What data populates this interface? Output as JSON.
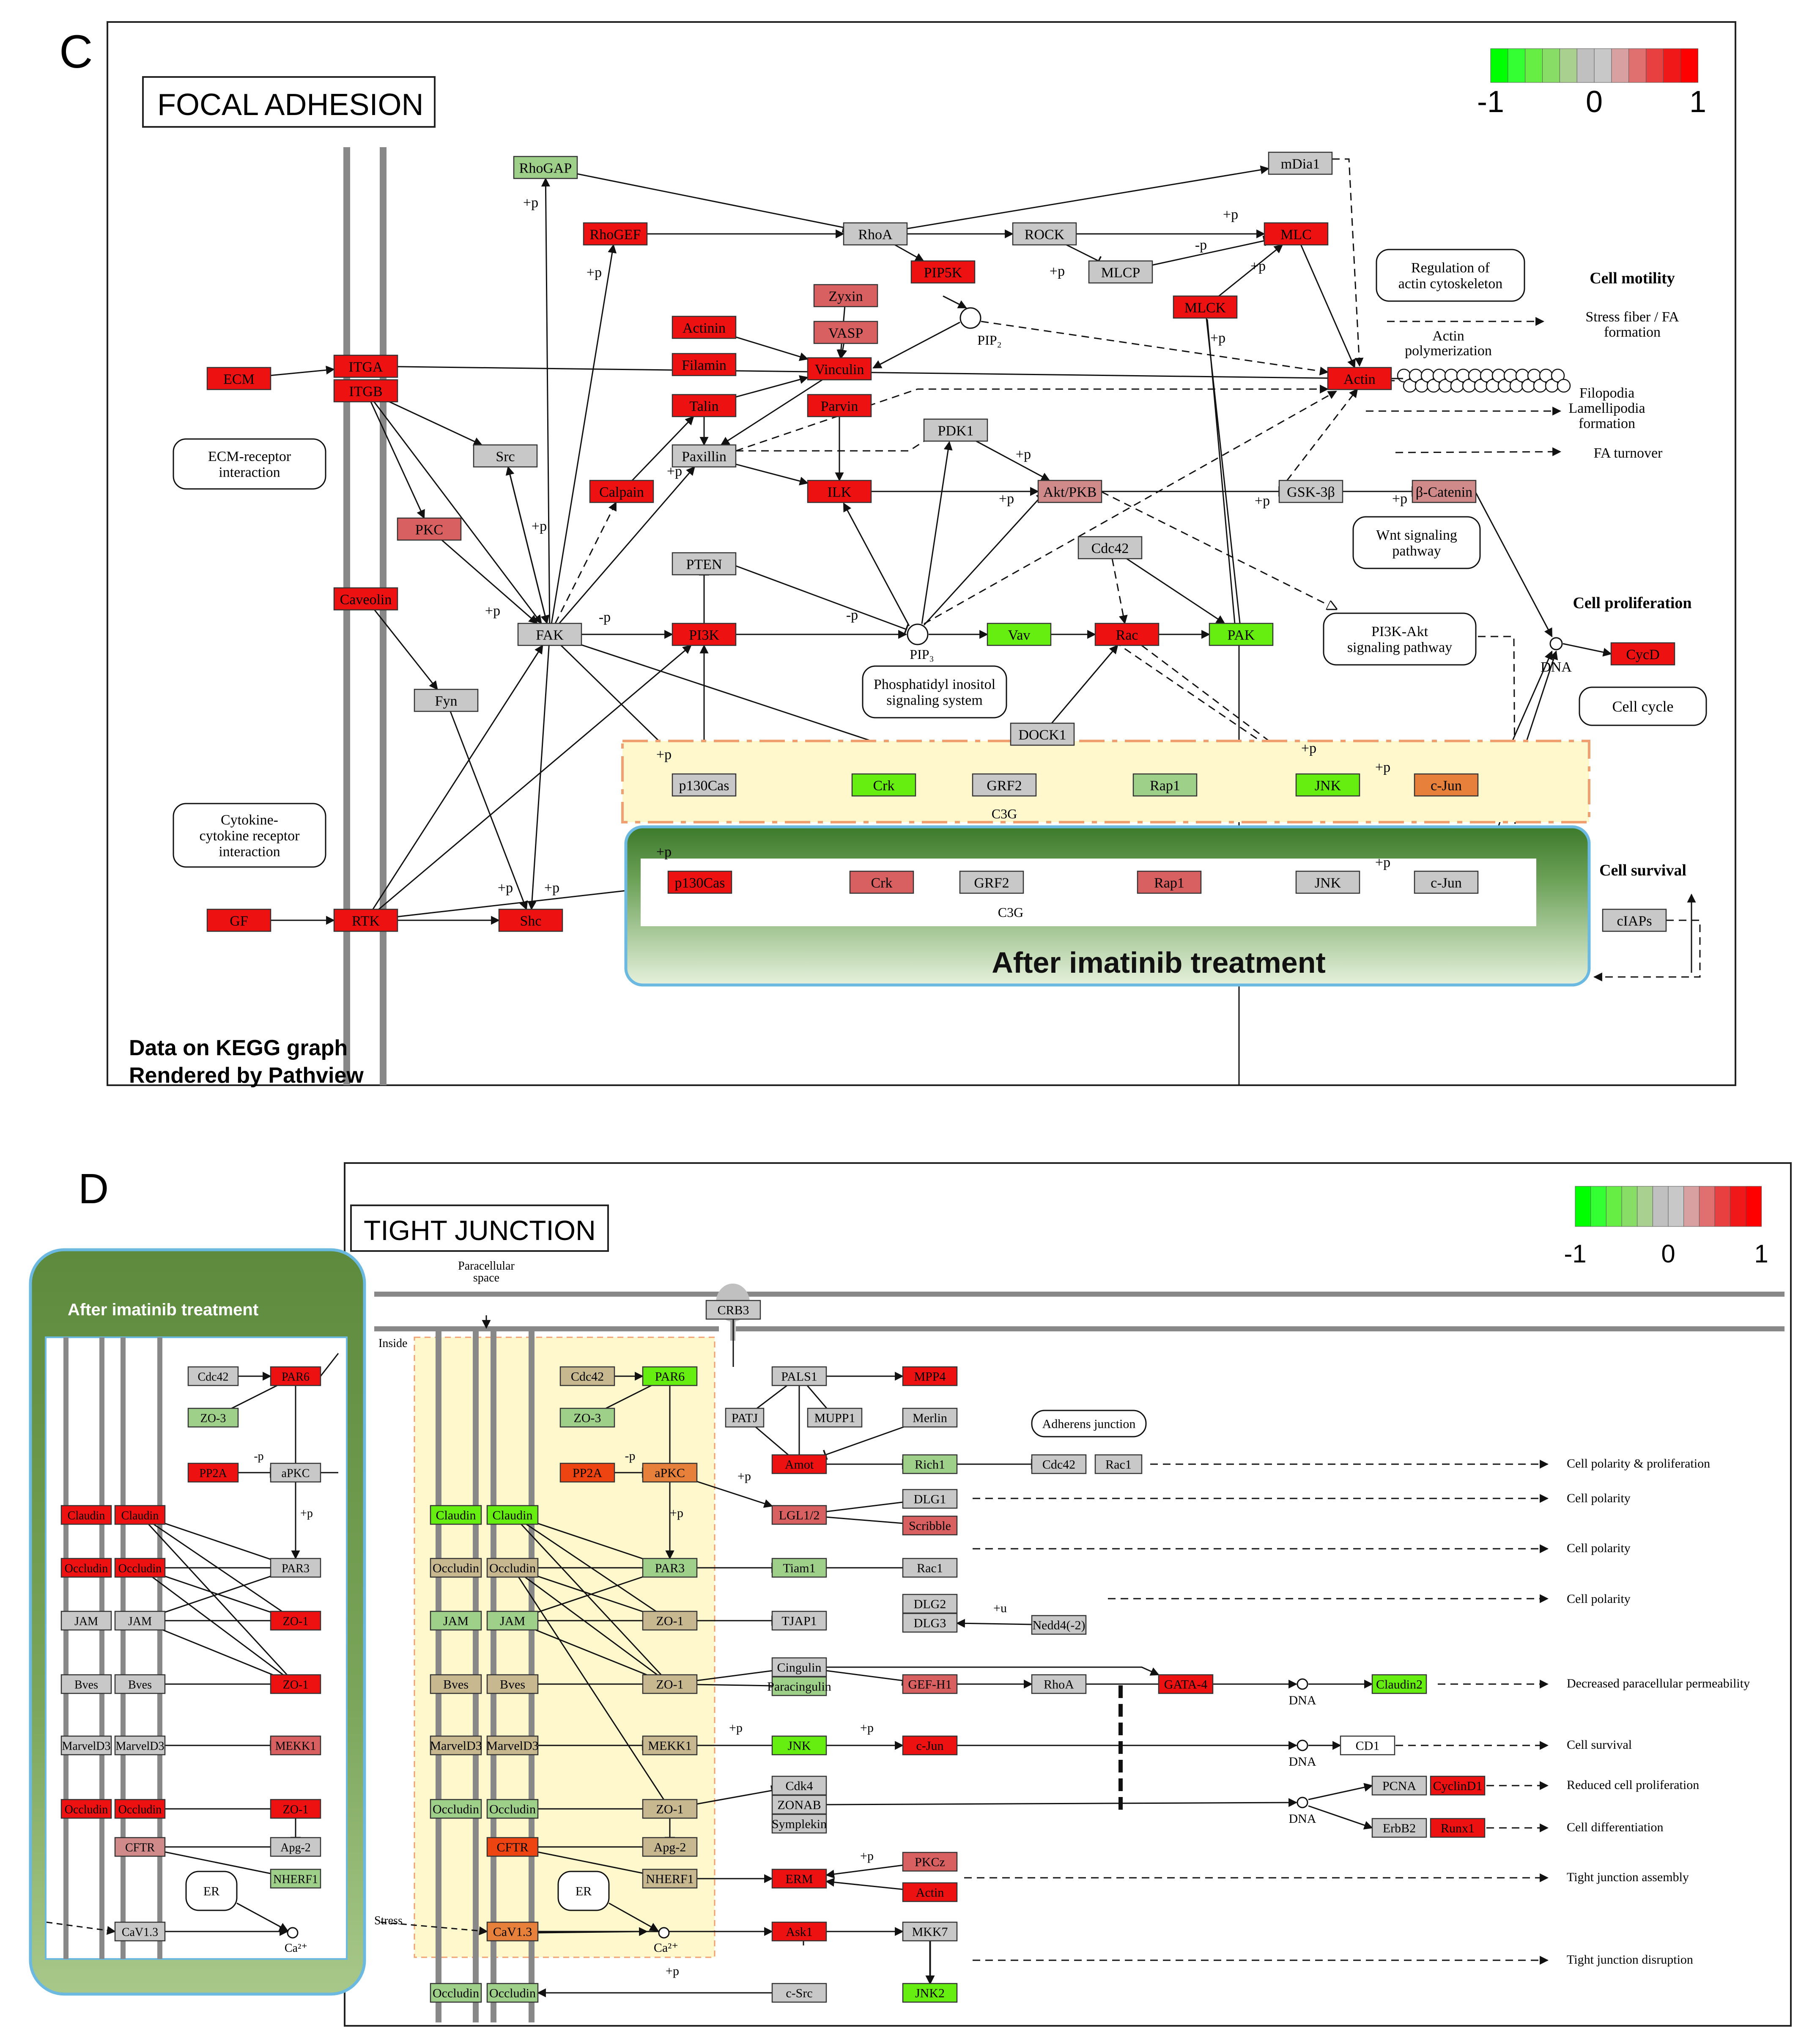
{
  "panel_c": {
    "letter": "C",
    "title": "FOCAL ADHESION",
    "legend": {
      "min": "-1",
      "mid": "0",
      "max": "1"
    },
    "footer": [
      "Data on KEGG graph",
      "Rendered by Pathview"
    ],
    "inset_label": "After imatinib treatment",
    "nodes": [
      {
        "id": "rhogap",
        "label": "RhoGAP",
        "color": "#9ed08a"
      },
      {
        "id": "mdia1",
        "label": "mDia1",
        "color": "#c8c8c8"
      },
      {
        "id": "rhogef",
        "label": "RhoGEF",
        "color": "#ee1111"
      },
      {
        "id": "rhoa",
        "label": "RhoA",
        "color": "#c8c8c8"
      },
      {
        "id": "rock",
        "label": "ROCK",
        "color": "#c8c8c8"
      },
      {
        "id": "mlc",
        "label": "MLC",
        "color": "#ee1111"
      },
      {
        "id": "pip5k",
        "label": "PIP5K",
        "color": "#ee1111"
      },
      {
        "id": "mlcp",
        "label": "MLCP",
        "color": "#c8c8c8"
      },
      {
        "id": "mlck",
        "label": "MLCK",
        "color": "#ee1111"
      },
      {
        "id": "zyxin",
        "label": "Zyxin",
        "color": "#d96060"
      },
      {
        "id": "vasp",
        "label": "VASP",
        "color": "#d96060"
      },
      {
        "id": "actinin",
        "label": "Actinin",
        "color": "#ee1111"
      },
      {
        "id": "filamin",
        "label": "Filamin",
        "color": "#ee1111"
      },
      {
        "id": "vinculin",
        "label": "Vinculin",
        "color": "#ee1111"
      },
      {
        "id": "talin",
        "label": "Talin",
        "color": "#ee1111"
      },
      {
        "id": "parvin",
        "label": "Parvin",
        "color": "#ee1111"
      },
      {
        "id": "actin",
        "label": "Actin",
        "color": "#ee1111"
      },
      {
        "id": "ecm",
        "label": "ECM",
        "color": "#ee1111"
      },
      {
        "id": "itga",
        "label": "ITGA",
        "color": "#ee1111"
      },
      {
        "id": "itgb",
        "label": "ITGB",
        "color": "#ee1111"
      },
      {
        "id": "src",
        "label": "Src",
        "color": "#c8c8c8"
      },
      {
        "id": "paxillin",
        "label": "Paxillin",
        "color": "#c8c8c8"
      },
      {
        "id": "pdk1",
        "label": "PDK1",
        "color": "#c8c8c8"
      },
      {
        "id": "calpain",
        "label": "Calpain",
        "color": "#ee1111"
      },
      {
        "id": "ilk",
        "label": "ILK",
        "color": "#ee1111"
      },
      {
        "id": "aktpkb",
        "label": "Akt/PKB",
        "color": "#d08a8a"
      },
      {
        "id": "gsk3b",
        "label": "GSK-3β",
        "color": "#c8c8c8"
      },
      {
        "id": "bcatenin",
        "label": "β-Catenin",
        "color": "#d08a8a"
      },
      {
        "id": "pkc",
        "label": "PKC",
        "color": "#d96060"
      },
      {
        "id": "pten",
        "label": "PTEN",
        "color": "#c8c8c8"
      },
      {
        "id": "cdc42",
        "label": "Cdc42",
        "color": "#c8c8c8"
      },
      {
        "id": "caveolin",
        "label": "Caveolin",
        "color": "#ee1111"
      },
      {
        "id": "fak",
        "label": "FAK",
        "color": "#c8c8c8"
      },
      {
        "id": "pi3k",
        "label": "PI3K",
        "color": "#ee1111"
      },
      {
        "id": "vav",
        "label": "Vav",
        "color": "#66ee11"
      },
      {
        "id": "rac",
        "label": "Rac",
        "color": "#ee1111"
      },
      {
        "id": "pak",
        "label": "PAK",
        "color": "#66ee11"
      },
      {
        "id": "cycd",
        "label": "CycD",
        "color": "#ee1111"
      },
      {
        "id": "fyn",
        "label": "Fyn",
        "color": "#c8c8c8"
      },
      {
        "id": "dock1",
        "label": "DOCK1",
        "color": "#c8c8c8"
      },
      {
        "id": "p130cas_a",
        "label": "p130Cas",
        "color": "#c8c8c8"
      },
      {
        "id": "crk_a",
        "label": "Crk",
        "color": "#66ee11"
      },
      {
        "id": "grf2_a",
        "label": "GRF2",
        "color": "#c8c8c8"
      },
      {
        "id": "rap1_a",
        "label": "Rap1",
        "color": "#9ed08a"
      },
      {
        "id": "jnk_a",
        "label": "JNK",
        "color": "#66ee11"
      },
      {
        "id": "cjun_a",
        "label": "c-Jun",
        "color": "#e6803a"
      },
      {
        "id": "gf",
        "label": "GF",
        "color": "#ee1111"
      },
      {
        "id": "rtk",
        "label": "RTK",
        "color": "#ee1111"
      },
      {
        "id": "shc",
        "label": "Shc",
        "color": "#ee1111"
      },
      {
        "id": "p130cas_b",
        "label": "p130Cas",
        "color": "#ee1111"
      },
      {
        "id": "crk_b",
        "label": "Crk",
        "color": "#d96060"
      },
      {
        "id": "grf2_b",
        "label": "GRF2",
        "color": "#c8c8c8"
      },
      {
        "id": "rap1_b",
        "label": "Rap1",
        "color": "#d96060"
      },
      {
        "id": "jnk_b",
        "label": "JNK",
        "color": "#c8c8c8"
      },
      {
        "id": "cjun_b",
        "label": "c-Jun",
        "color": "#c8c8c8"
      },
      {
        "id": "ciaps",
        "label": "cIAPs",
        "color": "#c8c8c8"
      }
    ],
    "small_labels": {
      "pip2": "PIP₂",
      "pip3": "PIP₃",
      "dna": "DNA",
      "c3g_a": "C3G",
      "c3g_b": "C3G",
      "actin_poly": "Actin polymerization"
    },
    "boxes": {
      "ecm_receptor": "ECM-receptor interaction",
      "cytokine": "Cytokine-cytokine receptor interaction",
      "regulation": "Regulation of actin cytoskeleton",
      "wnt": "Wnt signaling pathway",
      "pi3k_akt": "PI3K-Akt signaling pathway",
      "phosphatidyl": "Phosphatidyl inositol signaling system",
      "cell_cycle": "Cell cycle"
    },
    "outcomes": {
      "cell_motility": "Cell motility",
      "stress_fiber": "Stress fiber / FA formation",
      "filopodia": "Filopodia Lamellipodia formation",
      "fa_turnover": "FA turnover",
      "cell_proliferation": "Cell proliferation",
      "cell_survival": "Cell survival"
    },
    "edge_labels": {
      "p": "+p",
      "mp": "-p"
    }
  },
  "panel_d": {
    "letter": "D",
    "title": "TIGHT JUNCTION",
    "legend": {
      "min": "-1",
      "mid": "0",
      "max": "1"
    },
    "inset_label": "After imatinib treatment",
    "paracellular": "Paracellular space",
    "inside": "Inside",
    "stress": "Stress",
    "ca": "Ca²⁺",
    "er": "ER",
    "dna": "DNA",
    "adherens": "Adherens junction",
    "nodes": [
      {
        "id": "crb3",
        "label": "CRB3",
        "color": "#c8c8c8"
      },
      {
        "id": "cdc42_d",
        "label": "Cdc42",
        "color": "#c8b890"
      },
      {
        "id": "par6",
        "label": "PAR6",
        "color": "#66ee11"
      },
      {
        "id": "pals1",
        "label": "PALS1",
        "color": "#c8c8c8"
      },
      {
        "id": "mpp4",
        "label": "MPP4",
        "color": "#ee1111"
      },
      {
        "id": "zo3",
        "label": "ZO-3",
        "color": "#9ed08a"
      },
      {
        "id": "patj",
        "label": "PATJ",
        "color": "#c8c8c8"
      },
      {
        "id": "mupp1",
        "label": "MUPP1",
        "color": "#c8c8c8"
      },
      {
        "id": "merlin",
        "label": "Merlin",
        "color": "#c8c8c8"
      },
      {
        "id": "pp2a",
        "label": "PP2A",
        "color": "#ee4411"
      },
      {
        "id": "apkc",
        "label": "aPKC",
        "color": "#e6803a"
      },
      {
        "id": "amot",
        "label": "Amot",
        "color": "#ee1111"
      },
      {
        "id": "rich1",
        "label": "Rich1",
        "color": "#9ed08a"
      },
      {
        "id": "cdc42_b",
        "label": "Cdc42",
        "color": "#c8c8c8"
      },
      {
        "id": "rac1_a",
        "label": "Rac1",
        "color": "#c8c8c8"
      },
      {
        "id": "dlg1",
        "label": "DLG1",
        "color": "#c8c8c8"
      },
      {
        "id": "lgl12",
        "label": "LGL1/2",
        "color": "#d96060"
      },
      {
        "id": "scribble",
        "label": "Scribble",
        "color": "#d96060"
      },
      {
        "id": "claudin1",
        "label": "Claudin",
        "color": "#66ee11"
      },
      {
        "id": "claudin2",
        "label": "Claudin",
        "color": "#66ee11"
      },
      {
        "id": "occludin1",
        "label": "Occludin",
        "color": "#c8b890"
      },
      {
        "id": "occludin2",
        "label": "Occludin",
        "color": "#c8b890"
      },
      {
        "id": "par3",
        "label": "PAR3",
        "color": "#9ed08a"
      },
      {
        "id": "tiam1",
        "label": "Tiam1",
        "color": "#9ed08a"
      },
      {
        "id": "rac1_b",
        "label": "Rac1",
        "color": "#c8c8c8"
      },
      {
        "id": "jam1",
        "label": "JAM",
        "color": "#9ed08a"
      },
      {
        "id": "jam2",
        "label": "JAM",
        "color": "#9ed08a"
      },
      {
        "id": "zo1_a",
        "label": "ZO-1",
        "color": "#c8b890"
      },
      {
        "id": "tjap1",
        "label": "TJAP1",
        "color": "#c8c8c8"
      },
      {
        "id": "dlg2",
        "label": "DLG2",
        "color": "#c8c8c8"
      },
      {
        "id": "dlg3",
        "label": "DLG3",
        "color": "#c8c8c8"
      },
      {
        "id": "nedd4",
        "label": "Nedd4(-2)",
        "color": "#c8c8c8"
      },
      {
        "id": "bves1",
        "label": "Bves",
        "color": "#c8b890"
      },
      {
        "id": "bves2",
        "label": "Bves",
        "color": "#c8b890"
      },
      {
        "id": "zo1_b",
        "label": "ZO-1",
        "color": "#c8b890"
      },
      {
        "id": "cingulin",
        "label": "Cingulin",
        "color": "#c8c8c8"
      },
      {
        "id": "paracingulin",
        "label": "Paracingulin",
        "color": "#9ed08a"
      },
      {
        "id": "gefh1",
        "label": "GEF-H1",
        "color": "#d96060"
      },
      {
        "id": "rhoa_d",
        "label": "RhoA",
        "color": "#c8c8c8"
      },
      {
        "id": "gata4",
        "label": "GATA-4",
        "color": "#ee1111"
      },
      {
        "id": "claudin2_t",
        "label": "Claudin2",
        "color": "#66ee11"
      },
      {
        "id": "marveld3a",
        "label": "MarvelD3",
        "color": "#c8b890"
      },
      {
        "id": "marveld3b",
        "label": "MarvelD3",
        "color": "#c8b890"
      },
      {
        "id": "mekk1",
        "label": "MEKK1",
        "color": "#c8b890"
      },
      {
        "id": "jnk_d",
        "label": "JNK",
        "color": "#66ee11"
      },
      {
        "id": "cjun_d",
        "label": "c-Jun",
        "color": "#ee1111"
      },
      {
        "id": "cd1",
        "label": "CD1",
        "color": "#ffffff"
      },
      {
        "id": "occludin3",
        "label": "Occludin",
        "color": "#9ed08a"
      },
      {
        "id": "occludin4",
        "label": "Occludin",
        "color": "#9ed08a"
      },
      {
        "id": "zo1_c",
        "label": "ZO-1",
        "color": "#c8b890"
      },
      {
        "id": "cdk4",
        "label": "Cdk4",
        "color": "#c8c8c8"
      },
      {
        "id": "zonab",
        "label": "ZONAB",
        "color": "#c8c8c8"
      },
      {
        "id": "symplekin",
        "label": "Symplekin",
        "color": "#c8c8c8"
      },
      {
        "id": "pcna",
        "label": "PCNA",
        "color": "#c8c8c8"
      },
      {
        "id": "cyclind1",
        "label": "CyclinD1",
        "color": "#ee1111"
      },
      {
        "id": "erbb2",
        "label": "ErbB2",
        "color": "#c8c8c8"
      },
      {
        "id": "runx1",
        "label": "Runx1",
        "color": "#ee1111"
      },
      {
        "id": "cftr",
        "label": "CFTR",
        "color": "#ee4411"
      },
      {
        "id": "apg2",
        "label": "Apg-2",
        "color": "#c8b890"
      },
      {
        "id": "nherf1",
        "label": "NHERF1",
        "color": "#c8b890"
      },
      {
        "id": "erm",
        "label": "ERM",
        "color": "#ee1111"
      },
      {
        "id": "pkcz",
        "label": "PKCz",
        "color": "#d96060"
      },
      {
        "id": "actin_d",
        "label": "Actin",
        "color": "#ee1111"
      },
      {
        "id": "cav13",
        "label": "CaV1.3",
        "color": "#e6803a"
      },
      {
        "id": "ask1",
        "label": "Ask1",
        "color": "#ee1111"
      },
      {
        "id": "mkk7",
        "label": "MKK7",
        "color": "#c8c8c8"
      },
      {
        "id": "occludin5",
        "label": "Occludin",
        "color": "#9ed08a"
      },
      {
        "id": "occludin6",
        "label": "Occludin",
        "color": "#9ed08a"
      },
      {
        "id": "csrc",
        "label": "c-Src",
        "color": "#c8c8c8"
      },
      {
        "id": "jnk2",
        "label": "JNK2",
        "color": "#66ee11"
      }
    ],
    "inset_nodes": [
      {
        "id": "i_cdc42",
        "label": "Cdc42",
        "color": "#c8c8c8"
      },
      {
        "id": "i_par6",
        "label": "PAR6",
        "color": "#ee1111"
      },
      {
        "id": "i_zo3",
        "label": "ZO-3",
        "color": "#9ed08a"
      },
      {
        "id": "i_pp2a",
        "label": "PP2A",
        "color": "#ee1111"
      },
      {
        "id": "i_apkc",
        "label": "aPKC",
        "color": "#c8c8c8"
      },
      {
        "id": "i_claudin1",
        "label": "Claudin",
        "color": "#ee1111"
      },
      {
        "id": "i_claudin2",
        "label": "Claudin",
        "color": "#ee1111"
      },
      {
        "id": "i_occludin1",
        "label": "Occludin",
        "color": "#ee1111"
      },
      {
        "id": "i_occludin2",
        "label": "Occludin",
        "color": "#ee1111"
      },
      {
        "id": "i_par3",
        "label": "PAR3",
        "color": "#c8c8c8"
      },
      {
        "id": "i_jam1",
        "label": "JAM",
        "color": "#c8c8c8"
      },
      {
        "id": "i_jam2",
        "label": "JAM",
        "color": "#c8c8c8"
      },
      {
        "id": "i_zo1a",
        "label": "ZO-1",
        "color": "#ee1111"
      },
      {
        "id": "i_bves1",
        "label": "Bves",
        "color": "#c8c8c8"
      },
      {
        "id": "i_bves2",
        "label": "Bves",
        "color": "#c8c8c8"
      },
      {
        "id": "i_zo1b",
        "label": "ZO-1",
        "color": "#ee1111"
      },
      {
        "id": "i_marvel1",
        "label": "MarvelD3",
        "color": "#c8c8c8"
      },
      {
        "id": "i_marvel2",
        "label": "MarvelD3",
        "color": "#c8c8c8"
      },
      {
        "id": "i_mekk1",
        "label": "MEKK1",
        "color": "#d96060"
      },
      {
        "id": "i_occludin3",
        "label": "Occludin",
        "color": "#ee1111"
      },
      {
        "id": "i_occludin4",
        "label": "Occludin",
        "color": "#ee1111"
      },
      {
        "id": "i_zo1c",
        "label": "ZO-1",
        "color": "#ee1111"
      },
      {
        "id": "i_cftr",
        "label": "CFTR",
        "color": "#d08a8a"
      },
      {
        "id": "i_apg2",
        "label": "Apg-2",
        "color": "#c8c8c8"
      },
      {
        "id": "i_nherf1",
        "label": "NHERF1",
        "color": "#9ed08a"
      },
      {
        "id": "i_cav13",
        "label": "CaV1.3",
        "color": "#c8c8c8"
      }
    ],
    "outcomes": {
      "o1": "Cell polarity & proliferation",
      "o2": "Cell polarity",
      "o3": "Cell polarity",
      "o4": "Cell polarity",
      "o5": "Decreased paracellular permeability",
      "o6": "Cell survival",
      "o7": "Reduced cell proliferation",
      "o8": "Cell differentiation",
      "o9": "Tight junction assembly",
      "o10": "Tight junction disruption"
    },
    "edge_labels": {
      "p": "+p",
      "mp": "-p",
      "u": "+u"
    }
  }
}
